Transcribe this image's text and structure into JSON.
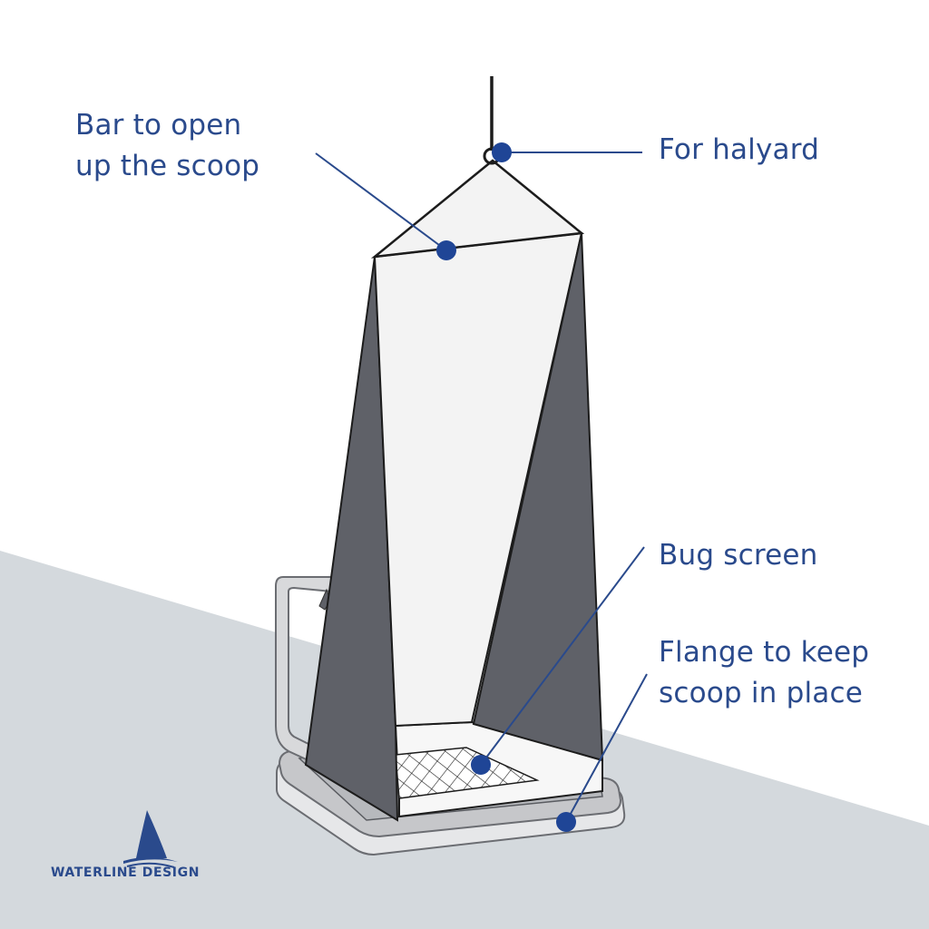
{
  "callouts": {
    "bar": {
      "line1": "Bar to open",
      "line2": "up the scoop"
    },
    "halyard": {
      "text": "For halyard"
    },
    "bug_screen": {
      "text": "Bug screen"
    },
    "flange": {
      "line1": "Flange to keep",
      "line2": "scoop in place"
    }
  },
  "brand": {
    "name": "WATERLINE DESIGN",
    "icon": "sailboat-logo-icon"
  },
  "colors": {
    "accent": "#2a4a8c",
    "dot": "#1f4596",
    "deck": "#d4d9dd",
    "side_panel": "#5f6168",
    "front_panel": "#f3f3f3",
    "outline": "#1c1c1c",
    "hatch_frame": "#c9cacd"
  }
}
